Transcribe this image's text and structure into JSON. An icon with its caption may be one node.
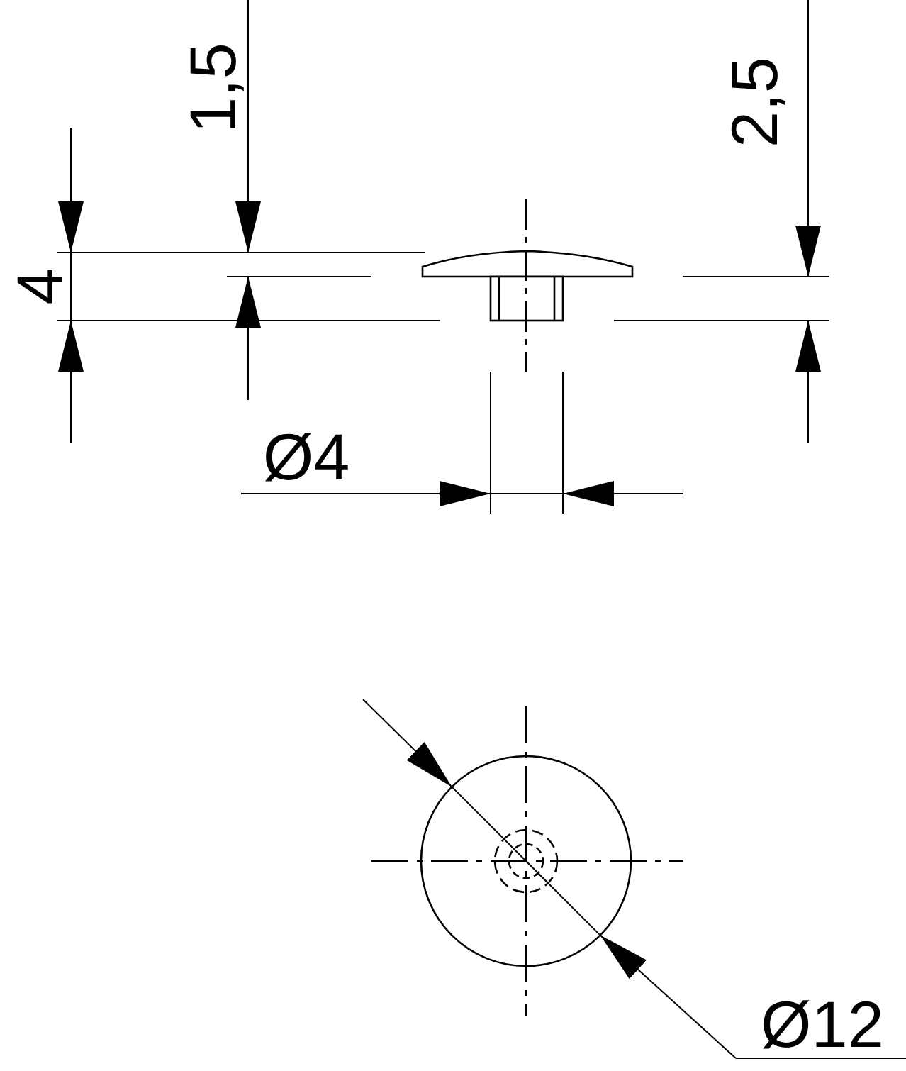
{
  "diagram": {
    "labels": [
      "1,5",
      "2,5",
      "4",
      "Ø4",
      "Ø12"
    ]
  }
}
